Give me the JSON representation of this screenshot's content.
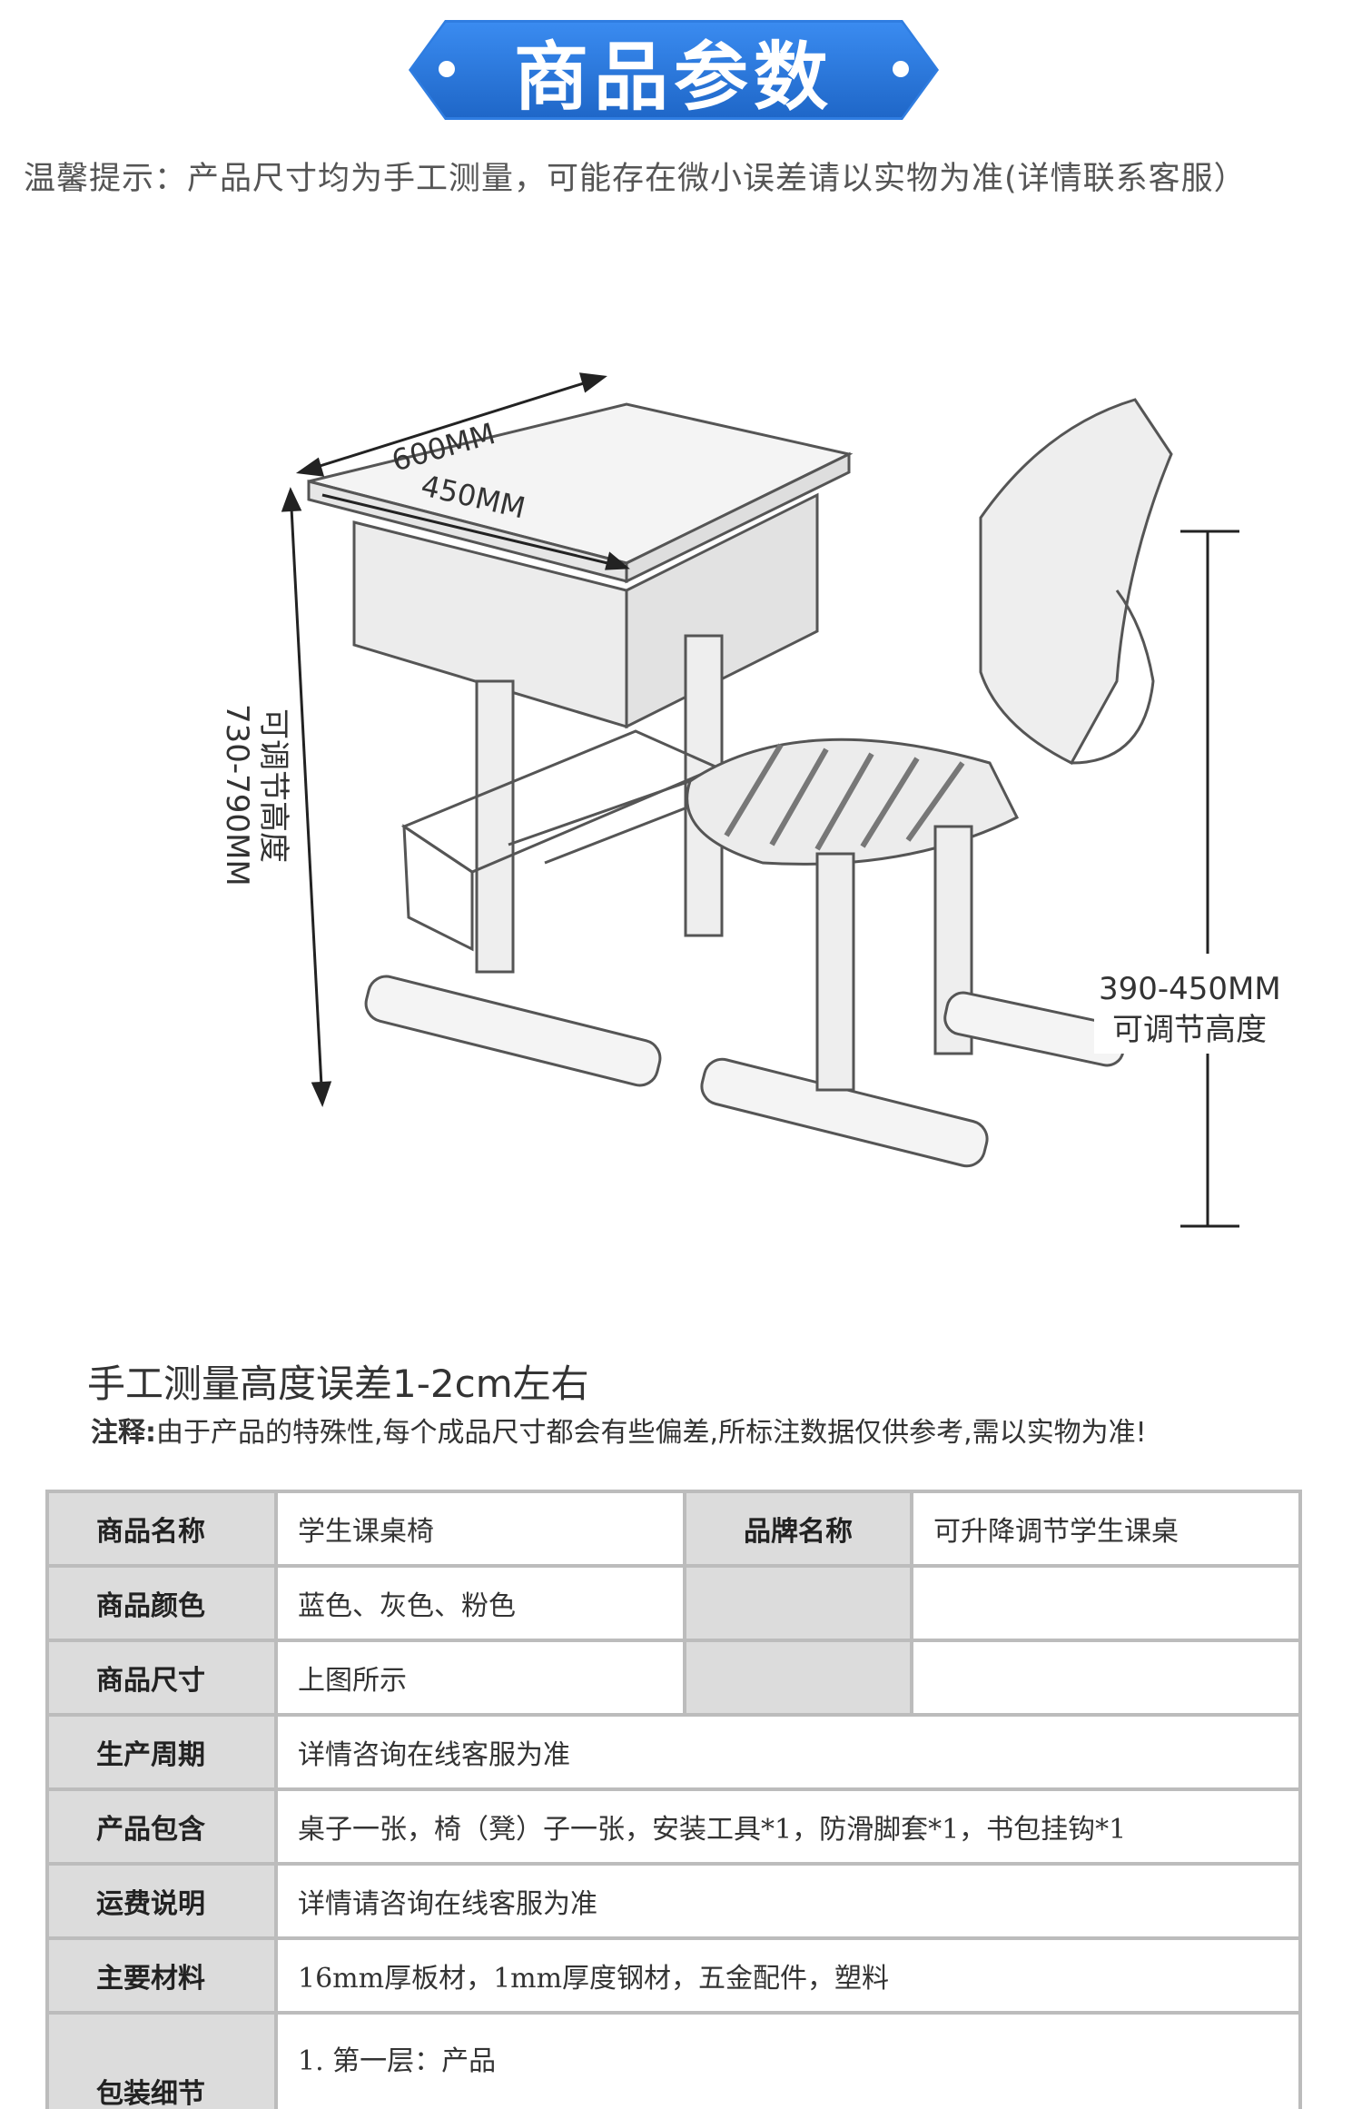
{
  "banner": {
    "title": "商品参数"
  },
  "tip": "温馨提示：产品尺寸均为手工测量，可能存在微小误差请以实物为准(详情联系客服）",
  "diagram": {
    "width_label": "600MM",
    "depth_label": "450MM",
    "desk_height_label": "可调节高度",
    "desk_height_range": "730-790MM",
    "chair_height_range": "390-450MM",
    "chair_height_label": "可调节高度"
  },
  "notes": {
    "measure": "手工测量高度误差1-2cm左右",
    "remark_label": "注释:",
    "remark_text": "由于产品的特殊性,每个成品尺寸都会有些偏差,所标注数据仅供参考,需以实物为准!"
  },
  "table": {
    "rows": [
      {
        "label": "商品名称",
        "value": "学生课桌椅",
        "label2": "品牌名称",
        "value2": "可升降调节学生课桌"
      },
      {
        "label": "商品颜色",
        "value": "蓝色、灰色、粉色"
      },
      {
        "label": "商品尺寸",
        "value": "上图所示"
      },
      {
        "label": "生产周期",
        "value": "详情咨询在线客服为准"
      },
      {
        "label": "产品包含",
        "value": "桌子一张，椅（凳）子一张，安装工具*1，防滑脚套*1，书包挂钩*1"
      },
      {
        "label": "运费说明",
        "value": "详情请咨询在线客服为准"
      },
      {
        "label": "主要材料",
        "value": "16mm厚板材，1mm厚度钢材，五金配件，塑料"
      },
      {
        "label": "包装细节",
        "value": "1. 第一层：产品"
      }
    ]
  }
}
